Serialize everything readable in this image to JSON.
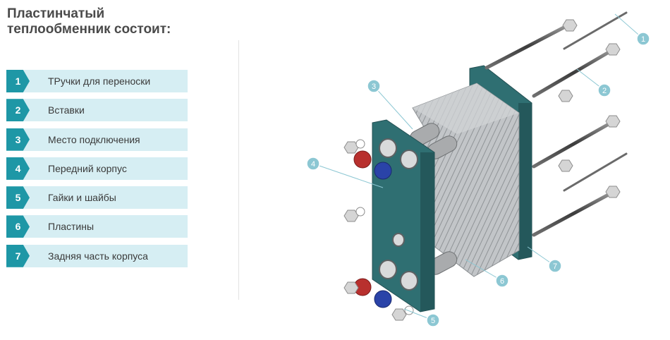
{
  "title": {
    "line1": "Пластинчатый",
    "line2": "теплообменник состоит:"
  },
  "legend": [
    {
      "number": "1",
      "label": "ТРучки для переноски"
    },
    {
      "number": "2",
      "label": "Вставки"
    },
    {
      "number": "3",
      "label": "Место подключения"
    },
    {
      "number": "4",
      "label": "Передний корпус"
    },
    {
      "number": "5",
      "label": "Гайки и шайбы"
    },
    {
      "number": "6",
      "label": "Пластины"
    },
    {
      "number": "7",
      "label": "Задняя часть корпуса"
    }
  ],
  "callouts": [
    "1",
    "2",
    "3",
    "4",
    "5",
    "6",
    "7"
  ],
  "colors": {
    "accent": "#1e97a6",
    "legend_bg": "#d6eef3",
    "frame": "#2f6f72",
    "plates": "#b9bcbf",
    "port_red": "#b8302e",
    "port_blue": "#2a43a8",
    "callout_fill": "#8cc7d3"
  }
}
